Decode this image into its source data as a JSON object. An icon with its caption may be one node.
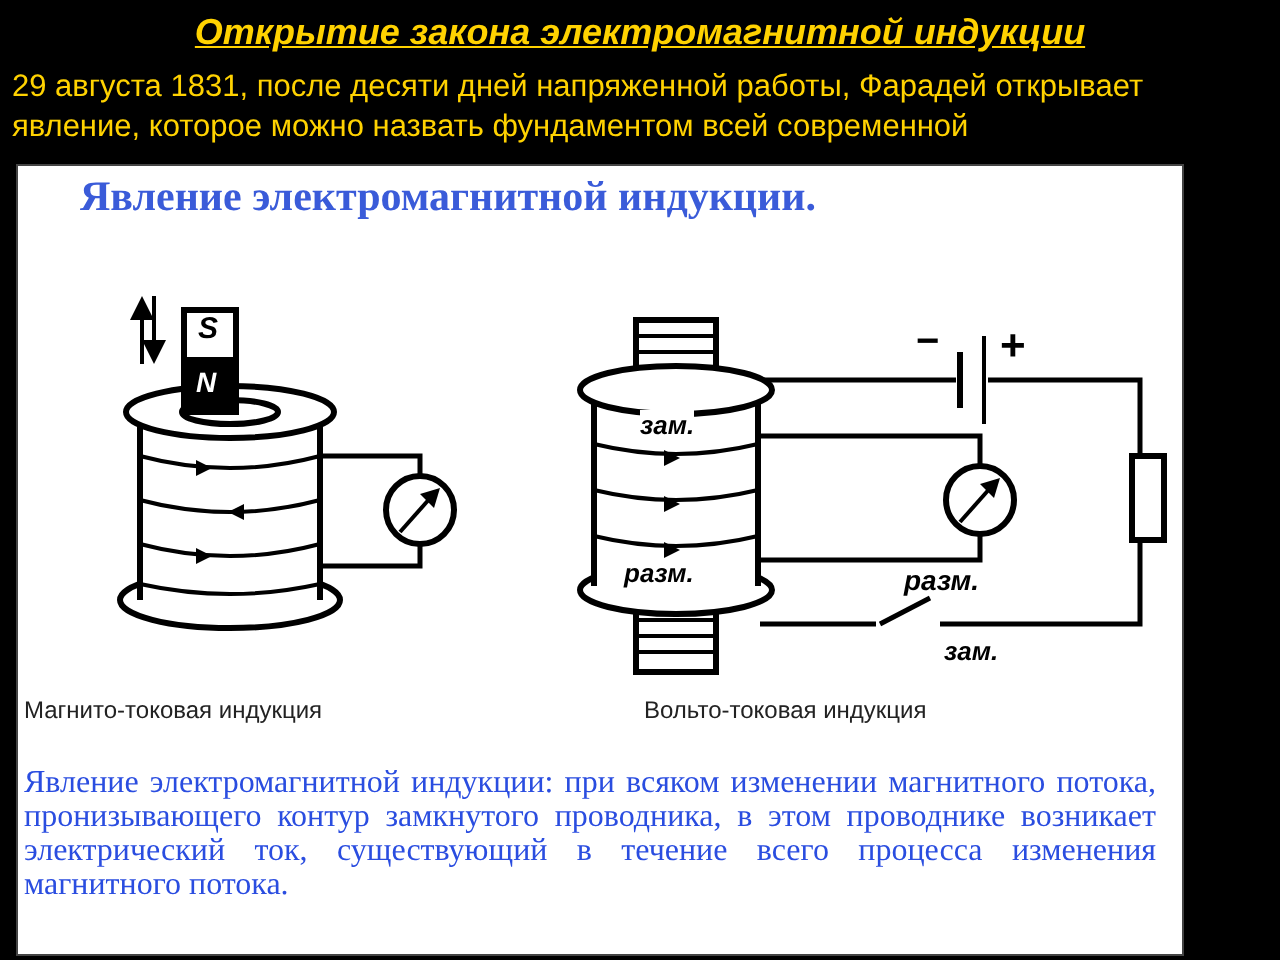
{
  "diagram": {
    "title": "Открытие закона электромагнитной индукции",
    "labels": [
      "29 августа 1831, после десяти дней напряженной работы, Фарадей открывает явление, которое можно назвать фундаментом всей современной",
      "Явление электромагнитной индукции.",
      "S",
      "N",
      "−",
      "+",
      "зам.",
      "разм.",
      "разм.",
      "зам.",
      "Магнито-токовая индукция",
      "Вольто-токовая индукция",
      "Явление электромагнитной индукции: при всяком изменении магнитного потока, пронизывающего контур замкнутого проводника, в этом проводнике возникает электрический ток, существующий в течение всего процесса изменения магнитного потока."
    ]
  }
}
